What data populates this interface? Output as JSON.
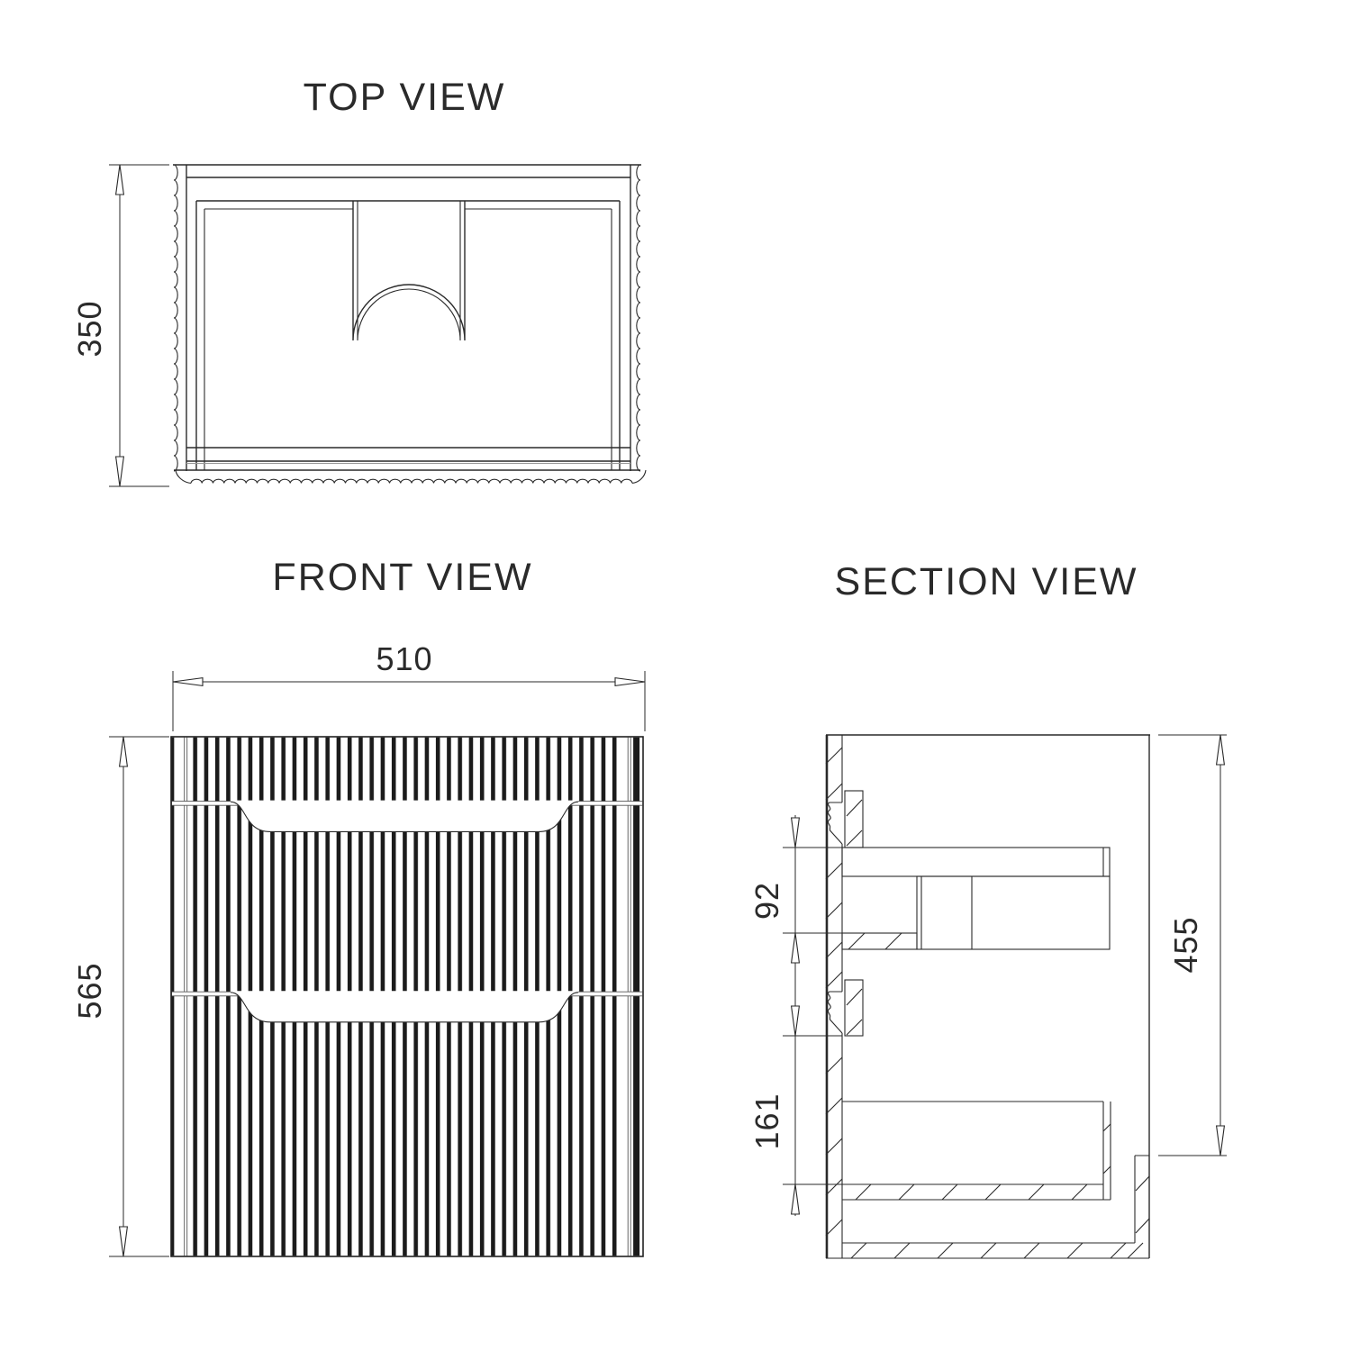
{
  "drawing": {
    "title_block": {
      "type": "vanity-cabinet-orthographic-drawing"
    },
    "views": {
      "top": {
        "label": "TOP VIEW",
        "dims": {
          "depth": "350"
        }
      },
      "front": {
        "label": "FRONT VIEW",
        "dims": {
          "width": "510",
          "height": "565"
        }
      },
      "section": {
        "label": "SECTION VIEW",
        "dims": {
          "drawer_clearance": "92",
          "drawer_inner_height": "161",
          "carcase_height": "455"
        }
      }
    },
    "colors": {
      "line": "#2a2a2a",
      "thin_line": "#9a9a9a",
      "background": "#ffffff"
    }
  }
}
